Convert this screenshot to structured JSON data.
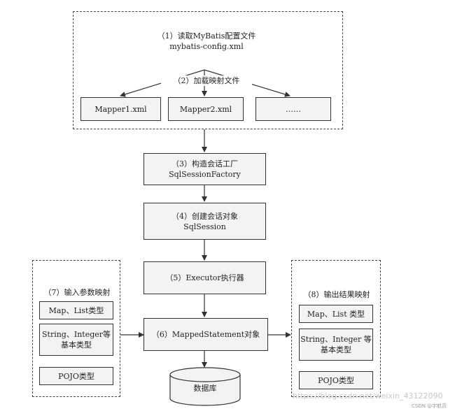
{
  "step1": {
    "line1": "（1）读取MyBatis配置文件",
    "line2": "mybatis-config.xml"
  },
  "step2": "（2）加载映射文件",
  "mappers": [
    "Mapper1.xml",
    "Mapper2.xml",
    "……"
  ],
  "step3": {
    "line1": "（3）构造会话工厂",
    "line2": "SqlSessionFactory"
  },
  "step4": {
    "line1": "（4）创建会话对象",
    "line2": "SqlSession"
  },
  "step5": "（5）Executor执行器",
  "step6": "（6）MappedStatement对象",
  "database": "数据库",
  "step7": {
    "title": "（7）输入参数映射",
    "items": [
      "Map、List类型",
      "String、Integer等",
      "基本类型",
      "POJO类型"
    ]
  },
  "step8": {
    "title": "（8）输出结果映射",
    "items": [
      "Map、List 类型",
      "String、Integer 等",
      "基本类型",
      "POJO类型"
    ]
  },
  "watermark": {
    "url": "https://blog.csdn.net/weixin_43122090",
    "brand": "CSDN @宇航员"
  }
}
